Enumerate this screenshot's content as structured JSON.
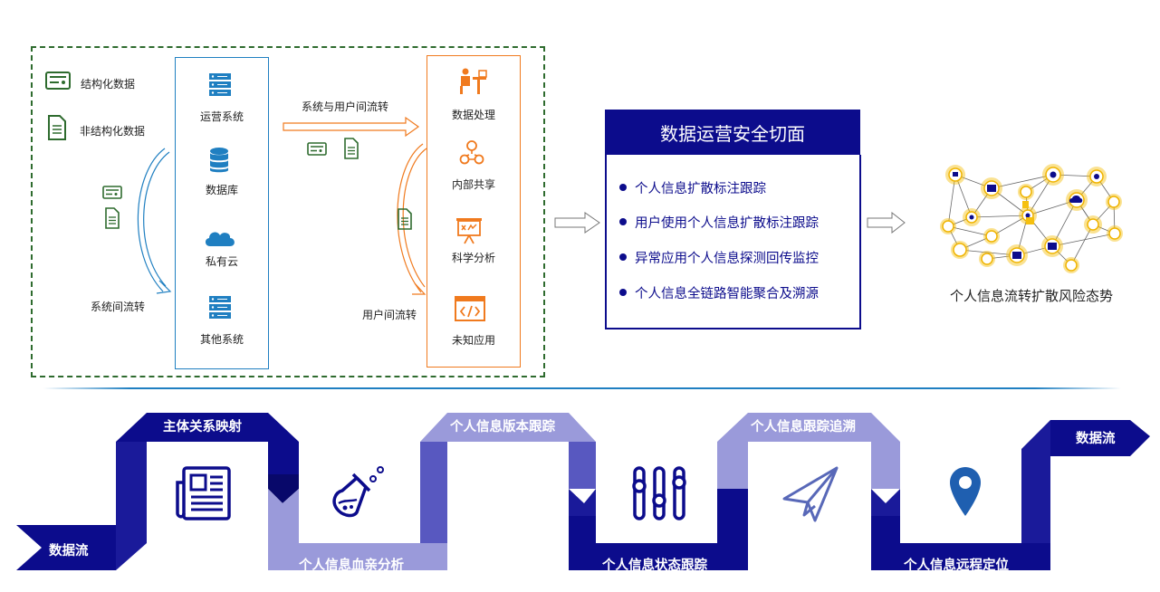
{
  "left_panel": {
    "data_types": [
      "结构化数据",
      "非结构化数据"
    ],
    "systems": [
      "运营系统",
      "数据库",
      "私有云",
      "其他系统"
    ],
    "cross_system_label": "系统间流转",
    "system_user_label": "系统与用户间流转",
    "user_label": "用户间流转",
    "user_side": [
      "数据处理",
      "内部共享",
      "科学分析",
      "未知应用"
    ]
  },
  "center": {
    "title": "数据运营安全切面",
    "items": [
      "个人信息扩散标注跟踪",
      "用户使用个人信息扩散标注跟踪",
      "异常应用个人信息探测回传监控",
      "个人信息全链路智能聚合及溯源"
    ]
  },
  "right": {
    "label": "个人信息流转扩散风险态势"
  },
  "flow": {
    "start": "数据流",
    "end": "数据流",
    "steps": [
      "主体关系映射",
      "个人信息血亲分析",
      "个人信息版本跟踪",
      "个人信息状态跟踪",
      "个人信息跟踪追溯",
      "个人信息远程定位"
    ]
  },
  "colors": {
    "navy": "#0c0c8c",
    "lavender": "#9a9ada",
    "mid": "#5858c0",
    "green": "#2e6b2e",
    "blue": "#1f7fc1",
    "orange": "#f07a1e"
  }
}
